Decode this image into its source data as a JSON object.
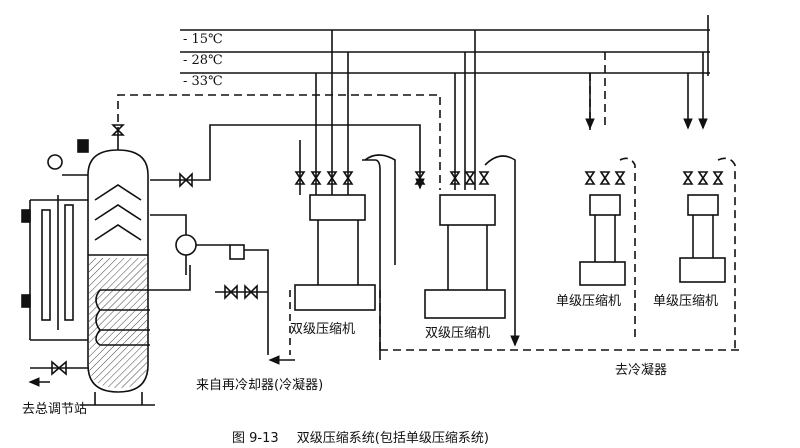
{
  "headers": {
    "temp_1": "- 15℃",
    "temp_2": "- 28℃",
    "temp_3": "- 33℃"
  },
  "labels": {
    "two_stage_1": "双级压缩机",
    "two_stage_2": "双级压缩机",
    "single_stage_1": "单级压缩机",
    "single_stage_2": "单级压缩机",
    "to_condenser": "去冷凝器",
    "from_subcooler": "来自再冷却器(冷凝器)",
    "to_main_station": "去总调节站"
  },
  "caption": {
    "figure_number": "图 9-13",
    "title": "双级压缩系统(包括单级压缩系统)"
  },
  "colors": {
    "line": "#111111",
    "background": "#ffffff"
  }
}
